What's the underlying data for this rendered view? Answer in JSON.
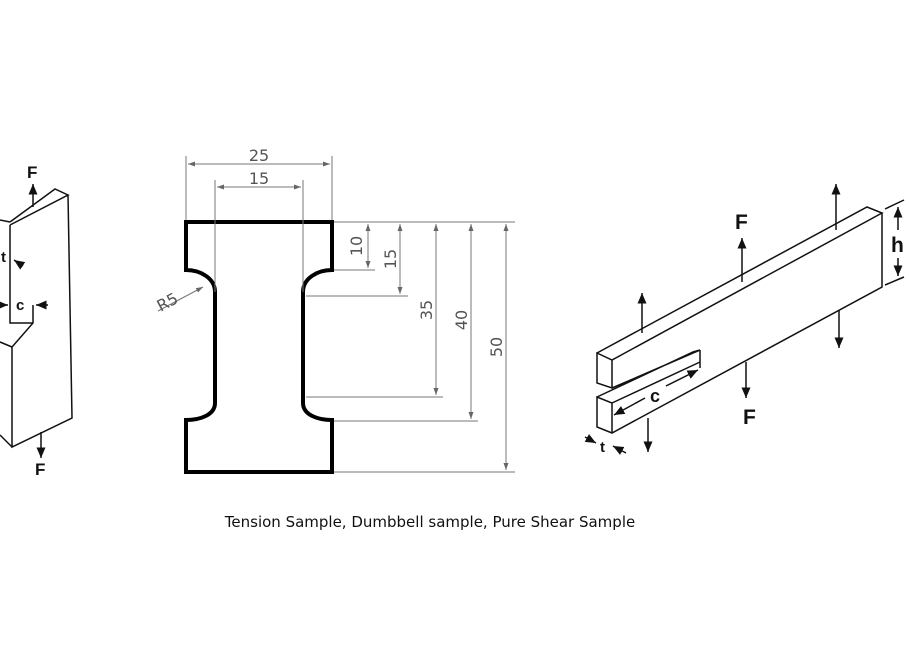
{
  "caption": "Tension Sample, Dumbbell sample, Pure Shear Sample",
  "tension_sample": {
    "force_top": "F",
    "force_bottom": "F",
    "thickness": "t",
    "crack": "c"
  },
  "dumbbell_sample": {
    "width_outer": "25",
    "width_neck": "15",
    "radius": "R5",
    "dims": [
      "10",
      "15",
      "35",
      "40",
      "50"
    ]
  },
  "shear_sample": {
    "force_top": "F",
    "force_bottom": "F",
    "height": "h",
    "crack": "c",
    "thickness": "t"
  }
}
